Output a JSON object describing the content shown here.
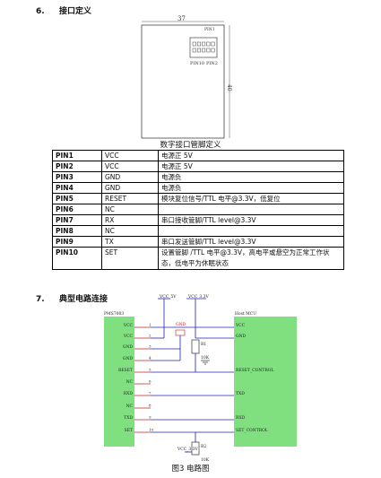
{
  "section6": {
    "number": "6.",
    "title": "接口定义"
  },
  "drawing": {
    "width_label": "37",
    "height_label": "40",
    "pin1_label": "PIN1",
    "pin10_label": "PIN10",
    "pin2_label": "PIN2"
  },
  "caption1": "数字接口管脚定义",
  "table": {
    "rows": [
      [
        "PIN1",
        "VCC",
        "电源正 5V"
      ],
      [
        "PIN2",
        "VCC",
        "电源正 5V"
      ],
      [
        "PIN3",
        "GND",
        "电源负"
      ],
      [
        "PIN4",
        "GND",
        "电源负"
      ],
      [
        "PIN5",
        "RESET",
        "模块复位信号/TTL 电平@3.3V，低复位"
      ],
      [
        "PIN6",
        "NC",
        ""
      ],
      [
        "PIN7",
        "RX",
        "串口接收管脚/TTL level@3.3V"
      ],
      [
        "PIN8",
        "NC",
        ""
      ],
      [
        "PIN9",
        "TX",
        "串口发送管脚/TTL level@3.3V"
      ],
      [
        "PIN10",
        "SET",
        "设置管脚 /TTL 电平@3.3V，高电平或悬空为正常工作状态，低电平为休眠状态"
      ]
    ]
  },
  "section7": {
    "number": "7.",
    "title": "典型电路连接"
  },
  "circuit": {
    "left_chip": "PMS7003",
    "right_chip": "Host MCU",
    "vcc5": "VCC_5V",
    "vcc33": "VCC_3.3V",
    "gnd": "GND",
    "r1": "R1",
    "r1_val": "10K",
    "r2": "R2",
    "r2_val": "10K",
    "left_pins": [
      "VCC",
      "VCC",
      "GND",
      "GND",
      "RESET",
      "NC",
      "RXD",
      "NC",
      "TXD",
      "SET"
    ],
    "pin_nums": [
      "1",
      "2",
      "3",
      "4",
      "5",
      "6",
      "7",
      "8",
      "9",
      "10"
    ],
    "right_pins": [
      "VCC",
      "GND",
      "RESET_CONTROL",
      "TXD",
      "RXD",
      "SET_CONTROL"
    ],
    "colors": {
      "chip": "#80e080",
      "wire": "#2020b0",
      "pin": "#c02020"
    }
  },
  "caption2": "图3 电路图"
}
